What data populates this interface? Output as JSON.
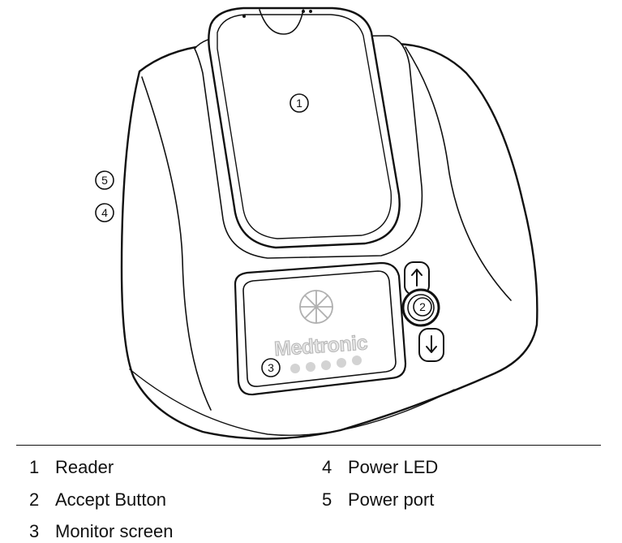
{
  "callouts": [
    "1",
    "2",
    "3",
    "4",
    "5"
  ],
  "brand": "Medtronic",
  "legend": [
    {
      "num": "1",
      "label": "Reader"
    },
    {
      "num": "2",
      "label": "Accept Button"
    },
    {
      "num": "3",
      "label": "Monitor screen"
    },
    {
      "num": "4",
      "label": "Power LED"
    },
    {
      "num": "5",
      "label": "Power port"
    }
  ]
}
